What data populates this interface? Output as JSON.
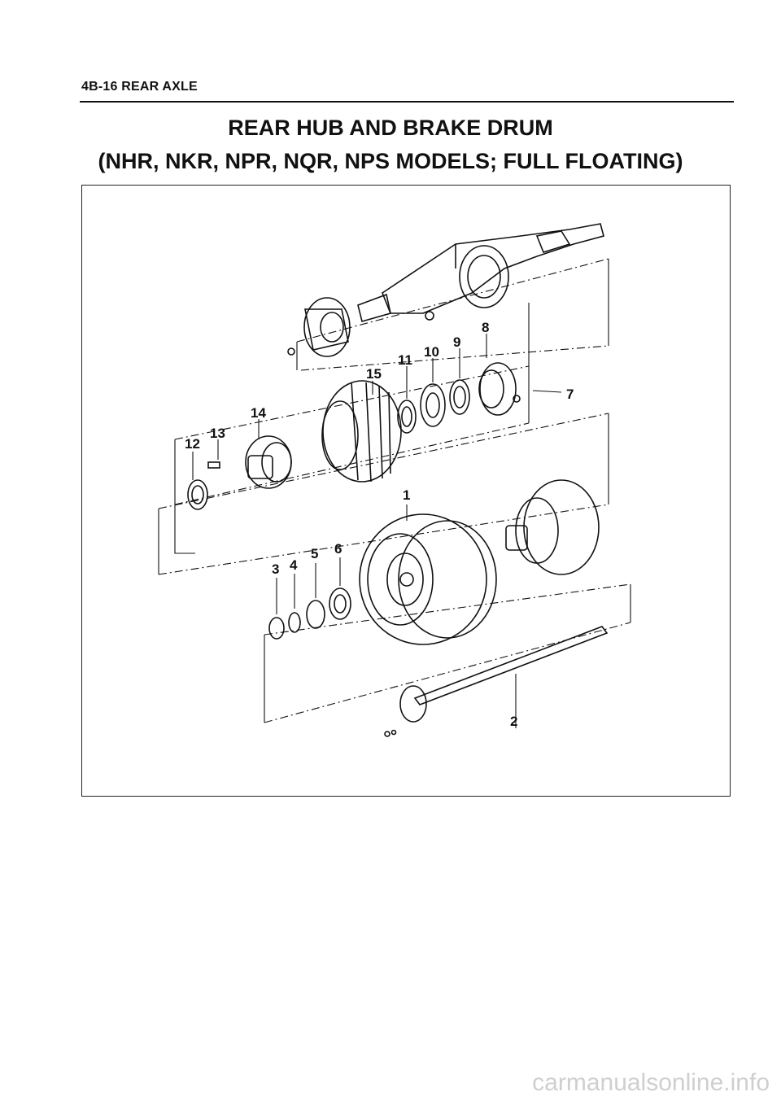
{
  "header": {
    "section": "4B-16 REAR AXLE"
  },
  "title": {
    "line1": "REAR HUB AND BRAKE DRUM",
    "line2": "(NHR, NKR, NPR, NQR, NPS MODELS; FULL FLOATING)"
  },
  "callouts": {
    "c1": "1",
    "c2": "2",
    "c3": "3",
    "c4": "4",
    "c5": "5",
    "c6": "6",
    "c7": "7",
    "c8": "8",
    "c9": "9",
    "c10": "10",
    "c11": "11",
    "c12": "12",
    "c13": "13",
    "c14": "14",
    "c15": "15"
  },
  "watermark": {
    "text": "carmanualsonline.info"
  }
}
